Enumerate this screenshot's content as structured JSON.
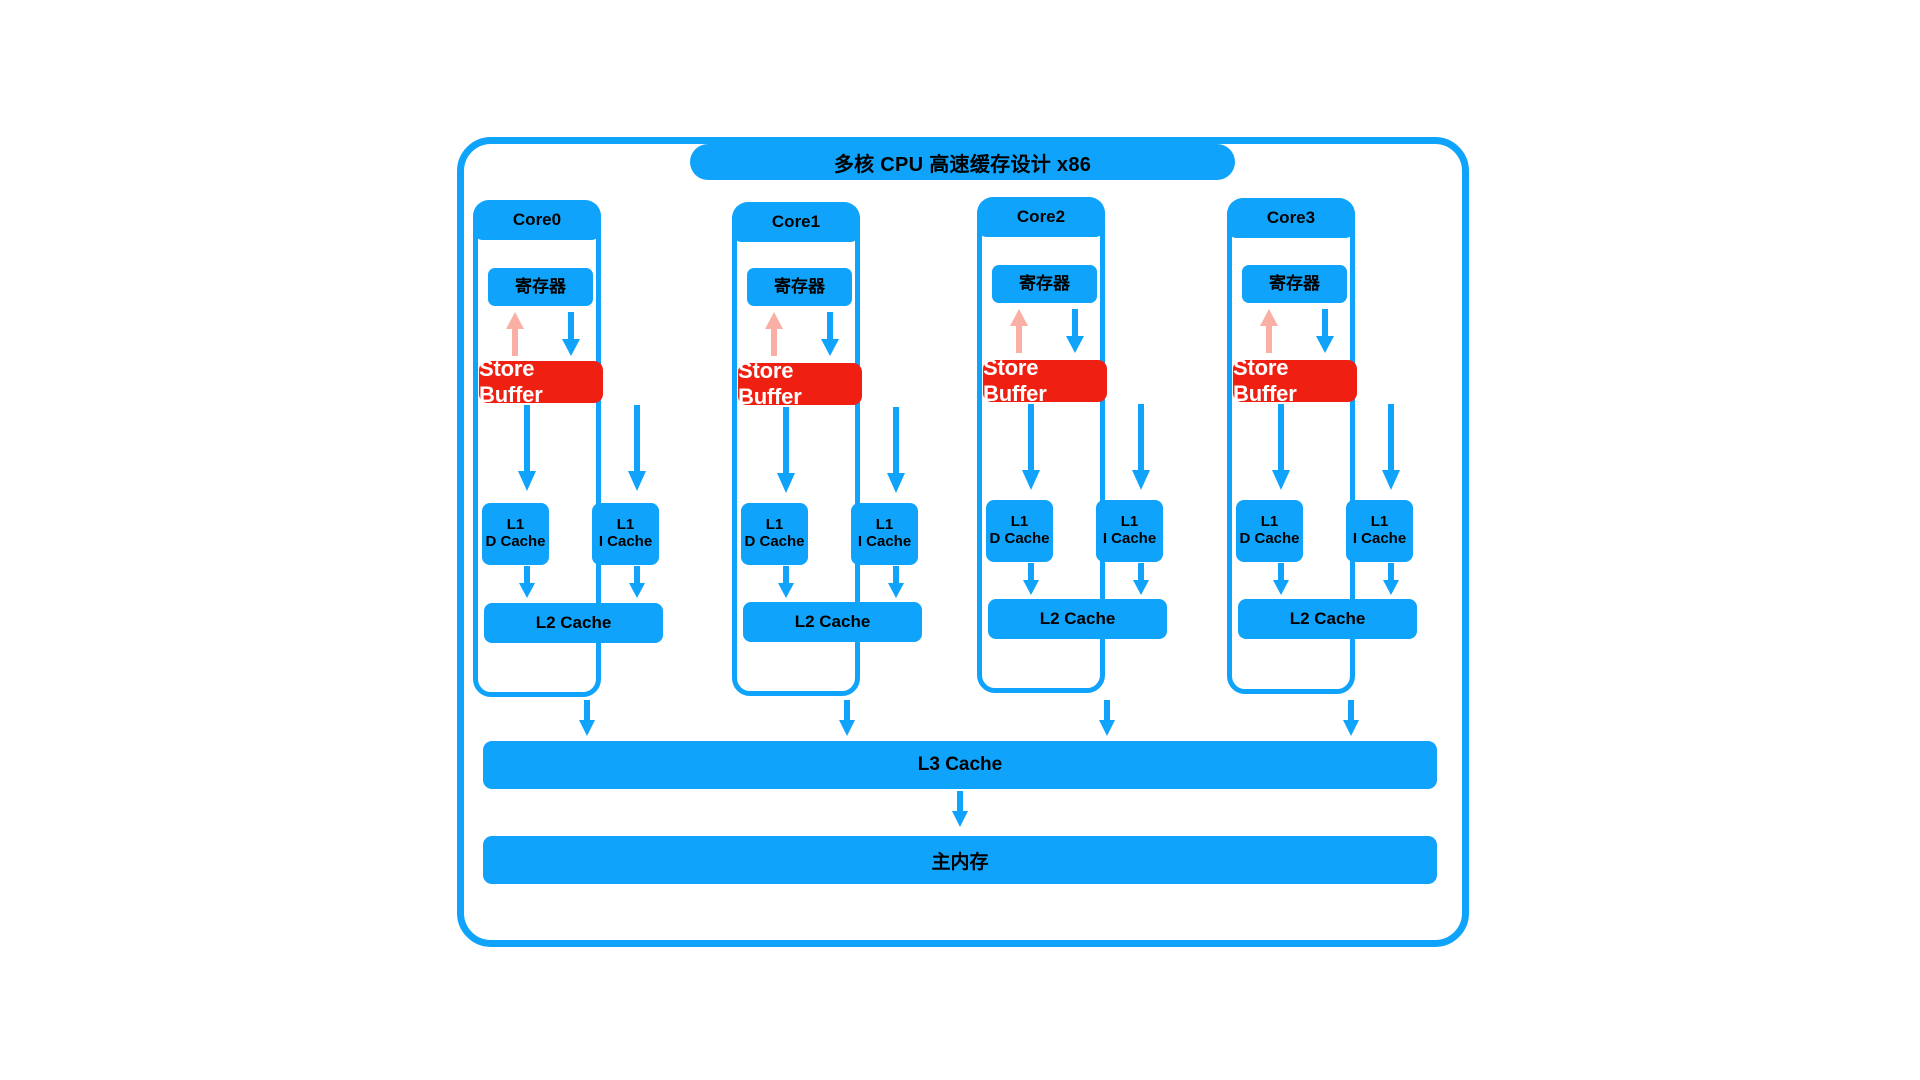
{
  "diagram": {
    "title": "多核 CPU 高速缓存设计 x86",
    "colors": {
      "blue": "#0fa3fb",
      "red": "#ef2012",
      "pink": "#f9afa4",
      "text": "#000000",
      "background": "#ffffff"
    },
    "cores": [
      {
        "name": "Core0",
        "register": "寄存器",
        "store_buffer": "Store Buffer",
        "l1_d": "L1\nD Cache",
        "l1_d_line1": "L1",
        "l1_d_line2": "D Cache",
        "l1_i_line1": "L1",
        "l1_i_line2": "I Cache",
        "l2": "L2 Cache"
      },
      {
        "name": "Core1",
        "register": "寄存器",
        "store_buffer": "Store Buffer",
        "l1_d_line1": "L1",
        "l1_d_line2": "D Cache",
        "l1_i_line1": "L1",
        "l1_i_line2": "I Cache",
        "l2": "L2 Cache"
      },
      {
        "name": "Core2",
        "register": "寄存器",
        "store_buffer": "Store Buffer",
        "l1_d_line1": "L1",
        "l1_d_line2": "D Cache",
        "l1_i_line1": "L1",
        "l1_i_line2": "I Cache",
        "l2": "L2 Cache"
      },
      {
        "name": "Core3",
        "register": "寄存器",
        "store_buffer": "Store Buffer",
        "l1_d_line1": "L1",
        "l1_d_line2": "D Cache",
        "l1_i_line1": "L1",
        "l1_i_line2": "I Cache",
        "l2": "L2 Cache"
      }
    ],
    "shared": {
      "l3": "L3 Cache",
      "main_memory": "主内存"
    }
  }
}
